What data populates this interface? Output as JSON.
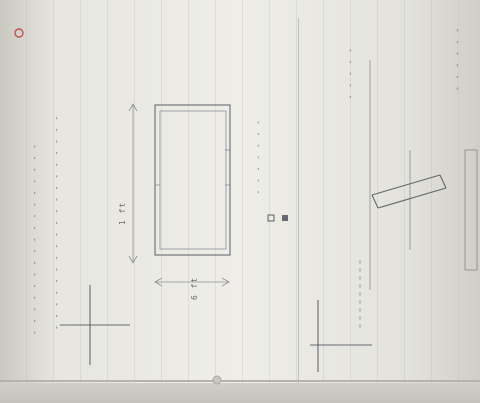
{
  "image": {
    "subject": "notebook-page-sketch",
    "colors": {
      "paper": "#eeede8",
      "ink": "#3c3c48",
      "margin_red": "#c0504d"
    }
  },
  "annotations": {
    "dim_long": "1 ft",
    "dim_short": "6 ft"
  }
}
